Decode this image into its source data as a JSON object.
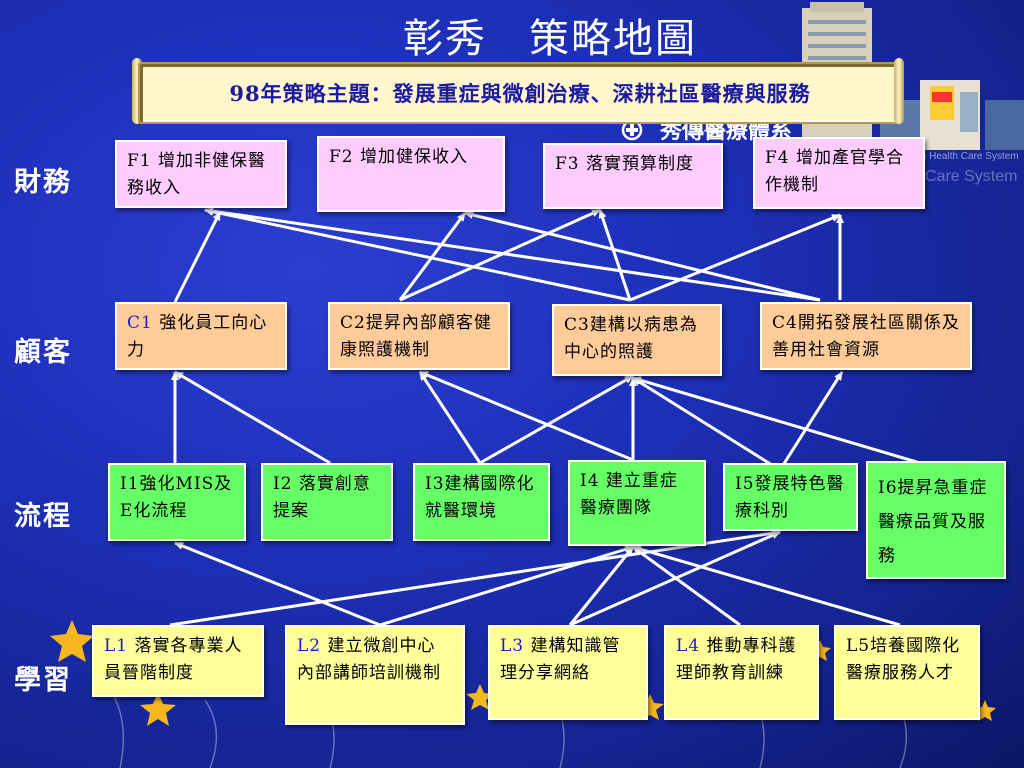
{
  "title": "彰秀　策略地圖",
  "theme": "98年策略主題：發展重症與微創治療、深耕社區醫療與服務",
  "logo_text": "秀傳醫療體系",
  "faint_text_1": "wan Health Care System",
  "faint_text_2": "Care System",
  "rows": {
    "finance": "財務",
    "customer": "顧客",
    "process": "流程",
    "learning": "學習"
  },
  "finance": [
    {
      "code": "F1",
      "text": " 增加非健保醫務收入"
    },
    {
      "code": "F2",
      "text": " 增加健保收入"
    },
    {
      "code": "F3",
      "text": " 落實預算制度"
    },
    {
      "code": "F4",
      "text": " 增加產官學合作機制"
    }
  ],
  "customer": [
    {
      "code": "C1",
      "text": " 強化員工向心力"
    },
    {
      "code": "C2",
      "text": "提昇內部顧客健康照護機制"
    },
    {
      "code": "C3",
      "text": "建構以病患為中心的照護"
    },
    {
      "code": "C4",
      "text": "開拓發展社區關係及善用社會資源"
    }
  ],
  "process": [
    {
      "code": "I1",
      "text": "強化MIS及E化流程"
    },
    {
      "code": "I2",
      "text": " 落實創意提案"
    },
    {
      "code": "I3",
      "text": "建構國際化就醫環境"
    },
    {
      "code": "I4",
      "text": " 建立重症醫療團隊"
    },
    {
      "code": "I5",
      "text": "發展特色醫療科別"
    },
    {
      "code": "I6",
      "text": "提昇急重症醫療品質及服務"
    }
  ],
  "learning": [
    {
      "code": "L1",
      "text": " 落實各專業人員晉階制度"
    },
    {
      "code": "L2",
      "text": " 建立微創中心內部講師培訓機制"
    },
    {
      "code": "L3",
      "text": " 建構知識管理分享網絡"
    },
    {
      "code": "L4",
      "text": " 推動專科護理師教育訓練"
    },
    {
      "code": "L5",
      "text": "培養國際化醫療服務人才"
    }
  ],
  "colors": {
    "finance_box": "#ffccff",
    "customer_box": "#ffcc99",
    "process_box": "#66ff66",
    "learning_box": "#ffff99",
    "code_blue": "#1a1ad0",
    "background": "#1d2fb8"
  }
}
